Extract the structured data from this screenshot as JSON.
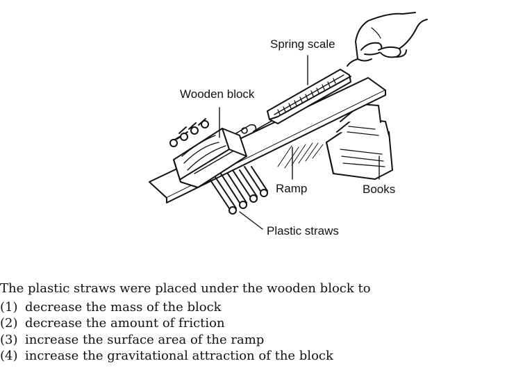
{
  "figure": {
    "labels": {
      "spring_scale": "Spring scale",
      "wooden_block": "Wooden block",
      "ramp": "Ramp",
      "books": "Books",
      "plastic_straws": "Plastic straws"
    }
  },
  "question": {
    "stem": "The plastic straws were placed under the wooden block to",
    "choices": [
      {
        "number": "(1)",
        "text": "decrease the mass of the block"
      },
      {
        "number": "(2)",
        "text": "decrease the amount of friction"
      },
      {
        "number": "(3)",
        "text": "increase the surface area of the ramp"
      },
      {
        "number": "(4)",
        "text": "increase the gravitational attraction of the block"
      }
    ]
  }
}
